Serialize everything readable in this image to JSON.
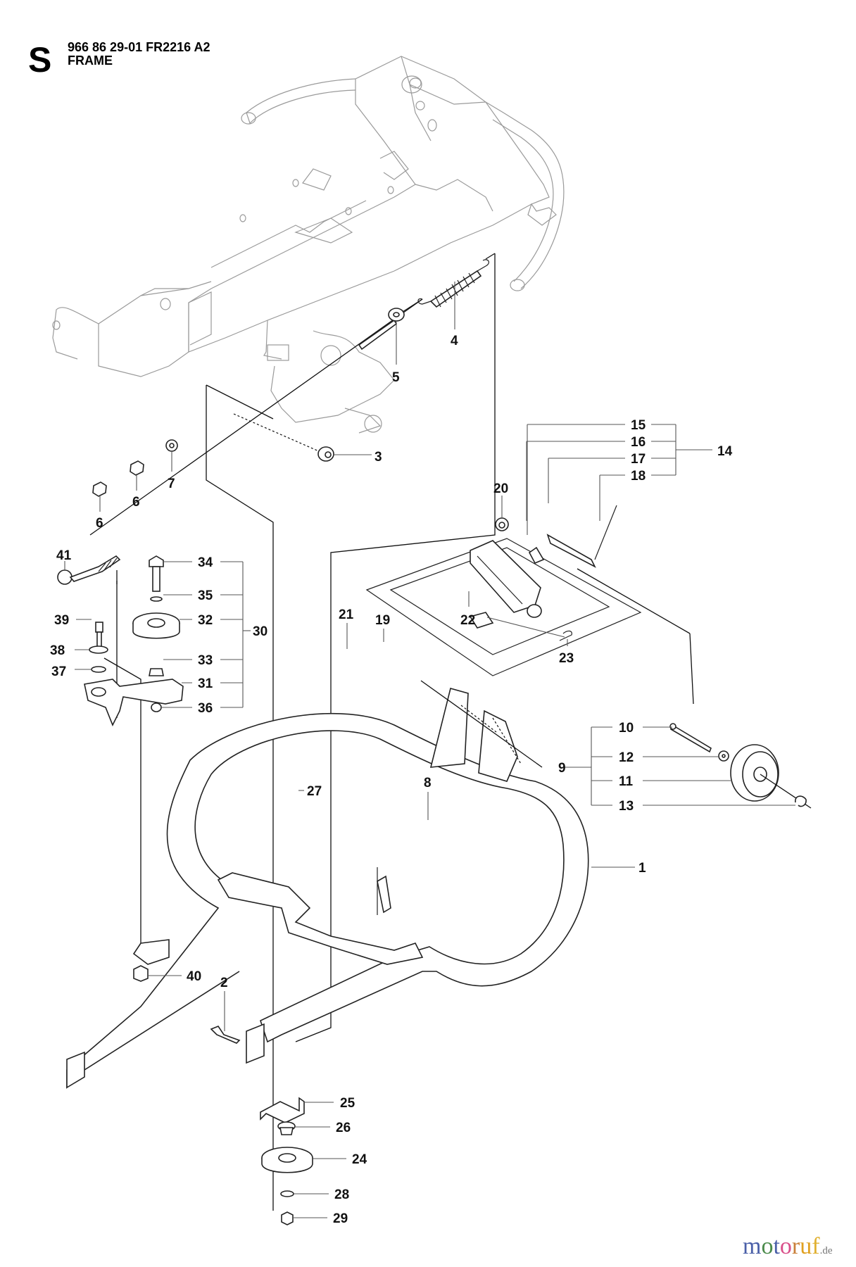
{
  "header": {
    "section_letter": "S",
    "part_number": "966 86 29-01 FR2216 A2",
    "title": "FRAME"
  },
  "callouts": [
    {
      "id": "1",
      "label": "1"
    },
    {
      "id": "2",
      "label": "2"
    },
    {
      "id": "3",
      "label": "3"
    },
    {
      "id": "4",
      "label": "4"
    },
    {
      "id": "5",
      "label": "5"
    },
    {
      "id": "6a",
      "label": "6"
    },
    {
      "id": "6b",
      "label": "6"
    },
    {
      "id": "7",
      "label": "7"
    },
    {
      "id": "8",
      "label": "8"
    },
    {
      "id": "9",
      "label": "9"
    },
    {
      "id": "10",
      "label": "10"
    },
    {
      "id": "11",
      "label": "11"
    },
    {
      "id": "12",
      "label": "12"
    },
    {
      "id": "13",
      "label": "13"
    },
    {
      "id": "14",
      "label": "14"
    },
    {
      "id": "15",
      "label": "15"
    },
    {
      "id": "16",
      "label": "16"
    },
    {
      "id": "17",
      "label": "17"
    },
    {
      "id": "18",
      "label": "18"
    },
    {
      "id": "19",
      "label": "19"
    },
    {
      "id": "20",
      "label": "20"
    },
    {
      "id": "21",
      "label": "21"
    },
    {
      "id": "22",
      "label": "22"
    },
    {
      "id": "23",
      "label": "23"
    },
    {
      "id": "24",
      "label": "24"
    },
    {
      "id": "25",
      "label": "25"
    },
    {
      "id": "26",
      "label": "26"
    },
    {
      "id": "27",
      "label": "27"
    },
    {
      "id": "28",
      "label": "28"
    },
    {
      "id": "29",
      "label": "29"
    },
    {
      "id": "30",
      "label": "30"
    },
    {
      "id": "31",
      "label": "31"
    },
    {
      "id": "32",
      "label": "32"
    },
    {
      "id": "33",
      "label": "33"
    },
    {
      "id": "34",
      "label": "34"
    },
    {
      "id": "35",
      "label": "35"
    },
    {
      "id": "36",
      "label": "36"
    },
    {
      "id": "37",
      "label": "37"
    },
    {
      "id": "38",
      "label": "38"
    },
    {
      "id": "39",
      "label": "39"
    },
    {
      "id": "40",
      "label": "40"
    },
    {
      "id": "41",
      "label": "41"
    }
  ],
  "assemblies": [
    {
      "parent": "14",
      "children": [
        "15",
        "16",
        "17",
        "18"
      ]
    },
    {
      "parent": "9",
      "children": [
        "10",
        "12",
        "11",
        "13"
      ]
    },
    {
      "parent": "30",
      "children": [
        "34",
        "35",
        "32",
        "33",
        "31",
        "36"
      ]
    }
  ],
  "watermark": {
    "letters": [
      {
        "ch": "m",
        "color": "#4a5fa8"
      },
      {
        "ch": "o",
        "color": "#4a8a4a"
      },
      {
        "ch": "t",
        "color": "#4a5fa8"
      },
      {
        "ch": "o",
        "color": "#d94f8a"
      },
      {
        "ch": "r",
        "color": "#c9803a"
      },
      {
        "ch": "u",
        "color": "#e0a020"
      },
      {
        "ch": "f",
        "color": "#e0b030"
      }
    ],
    "suffix": ".de"
  }
}
